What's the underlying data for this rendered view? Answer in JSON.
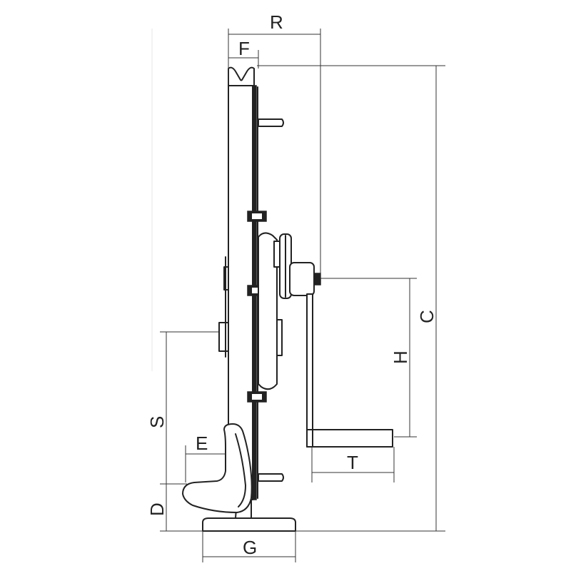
{
  "diagram": {
    "labels": {
      "R": "R",
      "F": "F",
      "C": "C",
      "H": "H",
      "S": "S",
      "E": "E",
      "D": "D",
      "T": "T",
      "G": "G"
    },
    "colors": {
      "ink": "#222222",
      "dimension": "#333333",
      "background": "#ffffff"
    }
  }
}
